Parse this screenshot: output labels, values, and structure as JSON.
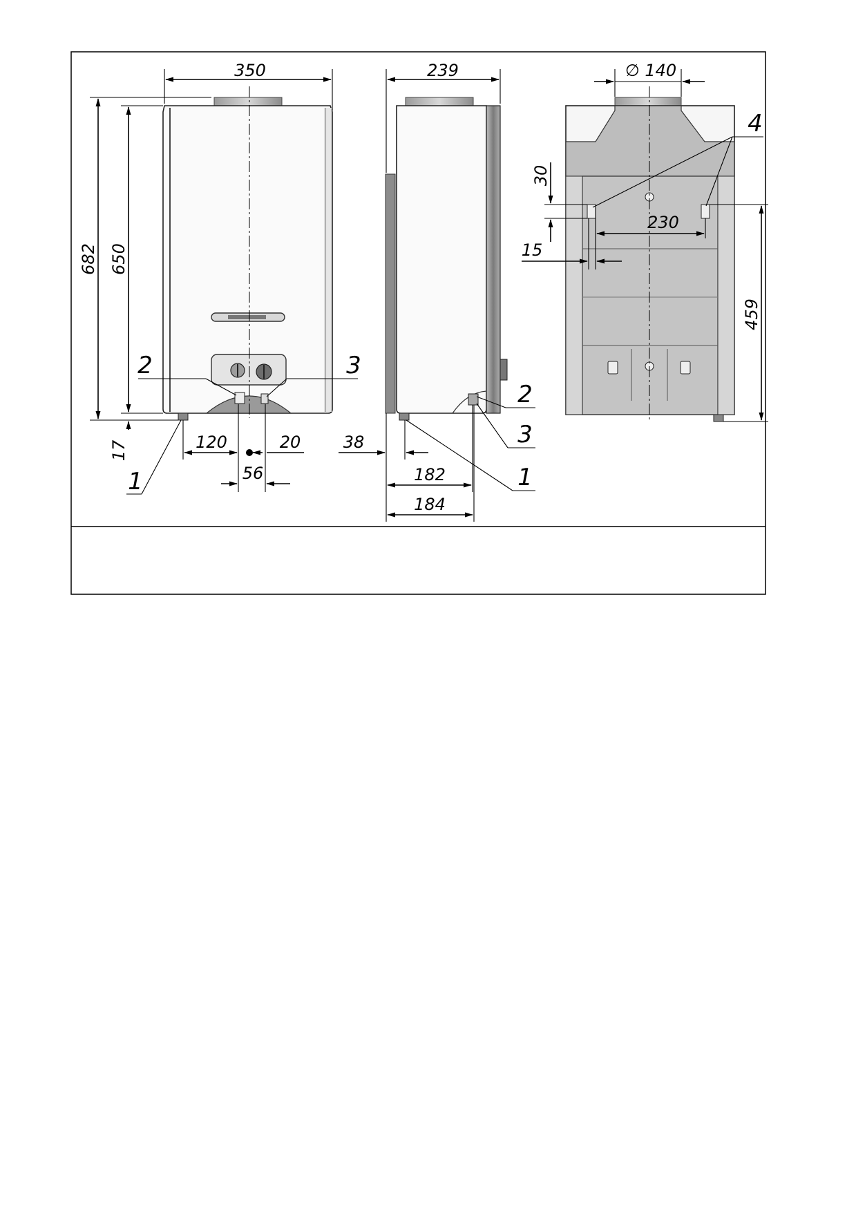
{
  "dimensions": {
    "front": {
      "width": "350",
      "overall_height": "682",
      "body_height": "650",
      "bottom_offset": "17",
      "left_to_gas": "120",
      "gas_to_right": "20",
      "connection_spacing": "56"
    },
    "side": {
      "depth": "239",
      "side_offset": "38",
      "depth_182": "182",
      "depth_184": "184"
    },
    "rear": {
      "flue_diameter": "∅ 140",
      "mount_vertical": "30",
      "mount_horizontal": "230",
      "mount_edge": "15",
      "mount_height": "459"
    }
  },
  "callouts": {
    "c1": "1",
    "c2": "2",
    "c3": "3",
    "c4": "4"
  },
  "colors": {
    "line": "#000000",
    "panel_gray": "#bfbfbf",
    "body_white": "#fafafa"
  }
}
